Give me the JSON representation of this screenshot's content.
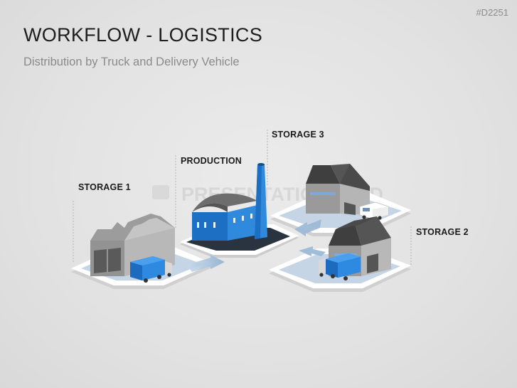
{
  "slide": {
    "code": "#D2251",
    "title": "WORKFLOW - LOGISTICS",
    "subtitle": "Distribution by Truck and Delivery Vehicle"
  },
  "diagram": {
    "watermark": "PRESENTATIONLOAD",
    "nodes": [
      {
        "id": "storage-1",
        "label": "STORAGE 1"
      },
      {
        "id": "production",
        "label": "PRODUCTION"
      },
      {
        "id": "storage-3",
        "label": "STORAGE 3"
      },
      {
        "id": "storage-2",
        "label": "STORAGE 2"
      }
    ],
    "flows": [
      {
        "from": "storage-1",
        "to": "production"
      },
      {
        "from": "storage-3",
        "to": "production"
      },
      {
        "from": "storage-2",
        "to": "production"
      }
    ]
  },
  "colors": {
    "accent_blue": "#2b7fd0",
    "dark_base": "#2a3441",
    "building_gray": "#a5a5a5",
    "roof_dark": "#4a4a4a",
    "arrow": "#9db9d6"
  }
}
